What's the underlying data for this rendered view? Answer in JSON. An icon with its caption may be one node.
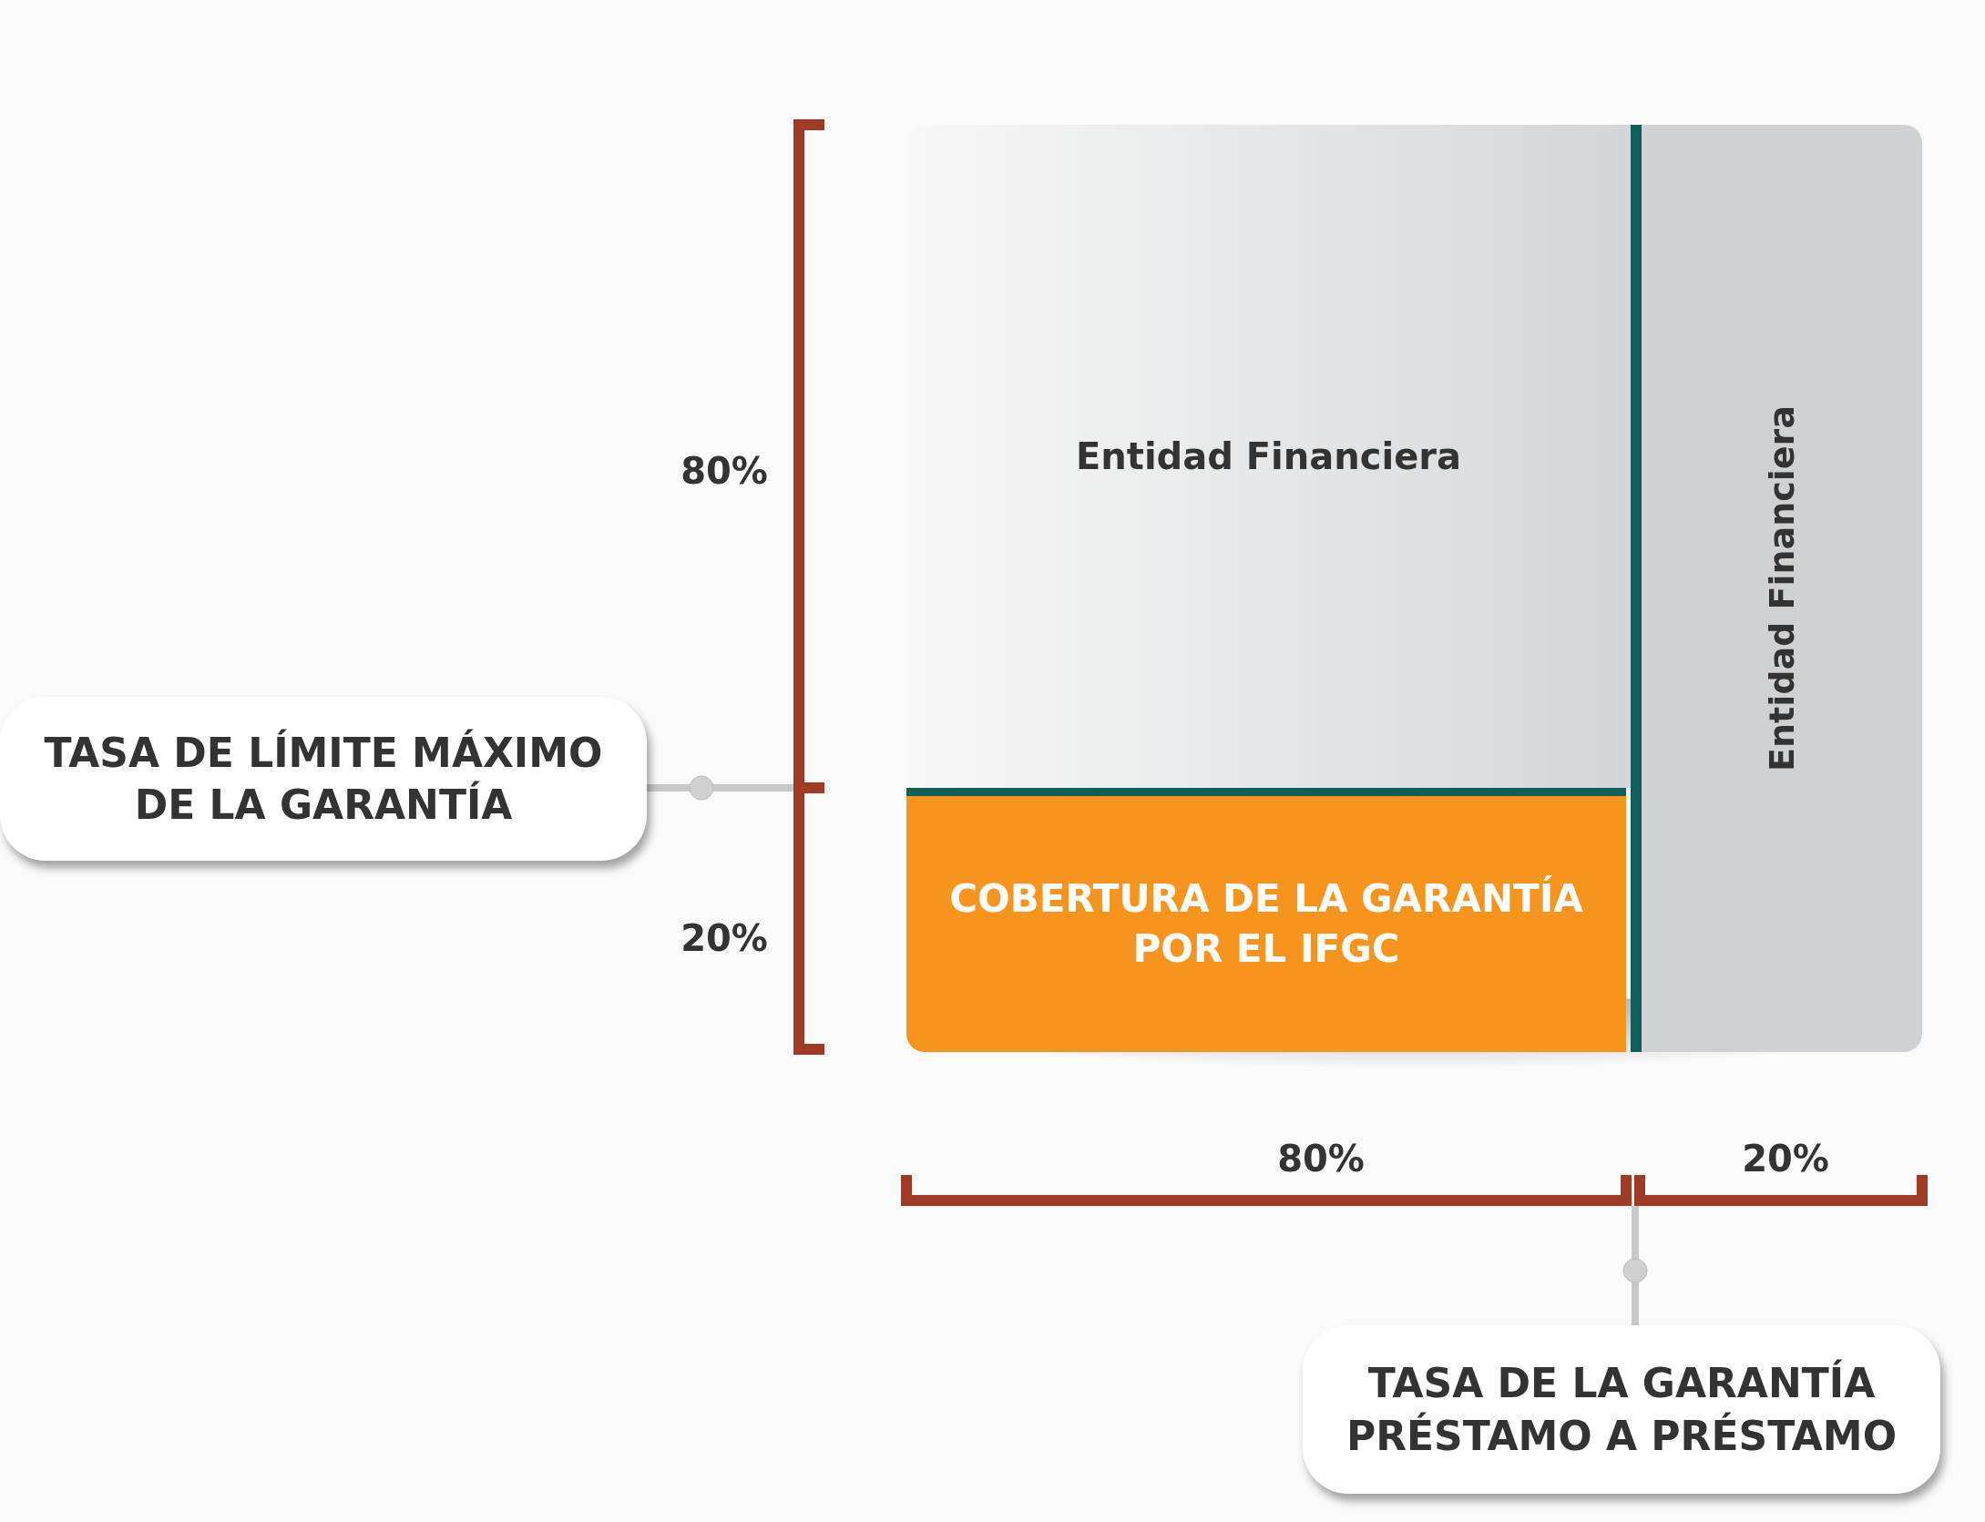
{
  "diagram": {
    "nodes": [
      {
        "text": [
          "Entidad Financiera"
        ]
      },
      {
        "text": [
          "COBERTURA DE LA GARANTÍA POR EL IFGC"
        ]
      },
      {
        "text": [
          "Entidad Financiera"
        ]
      },
      {
        "text": [
          "TASA DE LÍMITE MÁXIMO DE LA GARANTÍA"
        ]
      },
      {
        "text": [
          "TASA DE LA GARANTÍA PRÉSTAMO A PRÉSTAMO"
        ]
      }
    ],
    "edges": [
      {
        "from": 3,
        "to": null,
        "arrow": "other"
      },
      {
        "from": 4,
        "to": null,
        "arrow": "other"
      }
    ],
    "labels": [
      "80%",
      "20%",
      "80%",
      "20%"
    ]
  }
}
